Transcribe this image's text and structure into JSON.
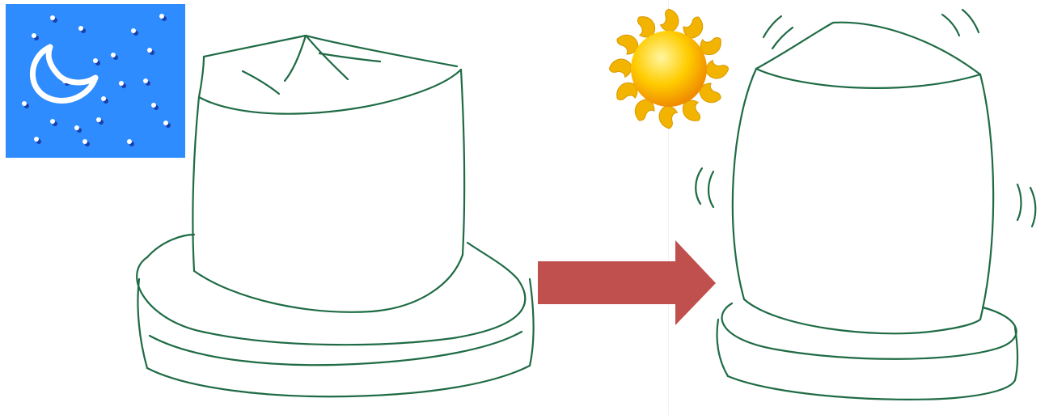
{
  "colors": {
    "ink": "#1f6b45",
    "night_badge_bg": "#2e8cff",
    "night_badge_dots": "#ffffff",
    "night_badge_dot_shadow": "#1b3fa8",
    "moon": "#ffffff",
    "sun_core": "#ffcc00",
    "sun_rays": "#f2b400",
    "arrow": "#c0504d",
    "background": "#ffffff"
  },
  "icons": {
    "night": "moon-icon",
    "day": "sun-icon",
    "transition": "right-arrow-icon"
  },
  "scenes": [
    {
      "id": "night",
      "time_indicator": "moon-icon",
      "object_state": "compact"
    },
    {
      "id": "day",
      "time_indicator": "sun-icon",
      "object_state": "expanded"
    }
  ]
}
